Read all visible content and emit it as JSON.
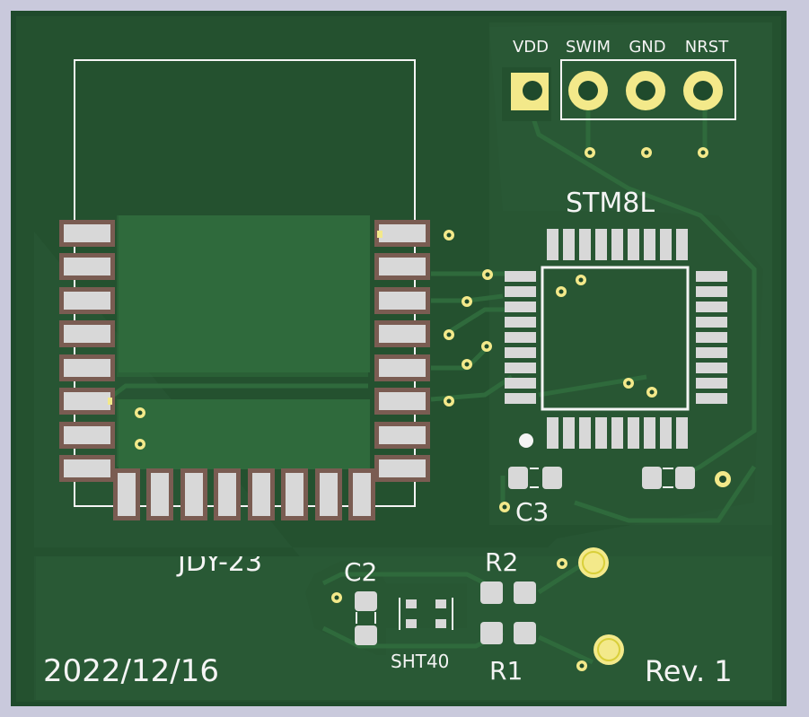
{
  "colors": {
    "background": "#c9c9dc",
    "board": "#1f4a2c",
    "copper_fill": "#2a5a36",
    "trace": "#2f6a3c",
    "pad": "#f3e98a",
    "pad_outer": "#d9cf3a",
    "smd_pad": "#d8d8d8",
    "silkscreen": "#f4f4f4",
    "mask_open": "#7a5c52"
  },
  "header": {
    "labels": [
      "VDD",
      "SWIM",
      "GND",
      "NRST"
    ]
  },
  "components": {
    "mcu": "STM8L",
    "ble_module": "JDY-23",
    "c2": "C2",
    "c3": "C3",
    "r1": "R1",
    "r2": "R2",
    "sensor": "SHT40"
  },
  "board_info": {
    "date": "2022/12/16",
    "revision": "Rev. 1"
  }
}
